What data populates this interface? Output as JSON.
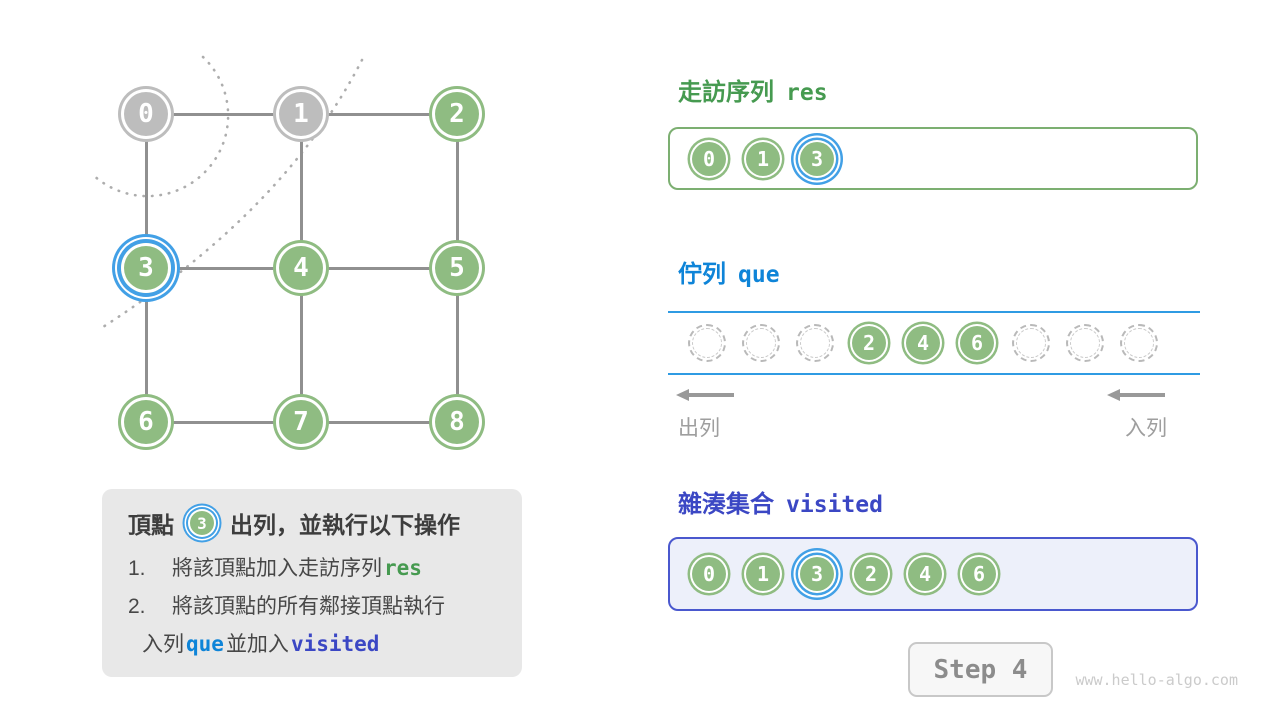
{
  "graph": {
    "nodes": [
      {
        "label": "0",
        "state": "gray"
      },
      {
        "label": "1",
        "state": "gray"
      },
      {
        "label": "2",
        "state": "green"
      },
      {
        "label": "3",
        "state": "green",
        "highlight": true
      },
      {
        "label": "4",
        "state": "green"
      },
      {
        "label": "5",
        "state": "green"
      },
      {
        "label": "6",
        "state": "green"
      },
      {
        "label": "7",
        "state": "green"
      },
      {
        "label": "8",
        "state": "green"
      }
    ],
    "edges": [
      [
        0,
        1
      ],
      [
        1,
        2
      ],
      [
        3,
        4
      ],
      [
        4,
        5
      ],
      [
        6,
        7
      ],
      [
        7,
        8
      ],
      [
        0,
        3
      ],
      [
        1,
        4
      ],
      [
        2,
        5
      ],
      [
        3,
        6
      ],
      [
        4,
        7
      ],
      [
        5,
        8
      ]
    ]
  },
  "sections": {
    "res": {
      "title_zh": "走訪序列",
      "title_code": "res",
      "items": [
        {
          "label": "0"
        },
        {
          "label": "1"
        },
        {
          "label": "3",
          "highlight": true
        }
      ]
    },
    "queue": {
      "title_zh": "佇列",
      "title_code": "que",
      "slots": [
        {
          "label": ""
        },
        {
          "label": ""
        },
        {
          "label": ""
        },
        {
          "label": "2"
        },
        {
          "label": "4"
        },
        {
          "label": "6"
        },
        {
          "label": ""
        },
        {
          "label": ""
        },
        {
          "label": ""
        }
      ],
      "dequeue_label": "出列",
      "enqueue_label": "入列"
    },
    "visited": {
      "title_zh": "雜湊集合",
      "title_code": "visited",
      "items": [
        {
          "label": "0"
        },
        {
          "label": "1"
        },
        {
          "label": "3",
          "highlight": true
        },
        {
          "label": "2"
        },
        {
          "label": "4"
        },
        {
          "label": "6"
        }
      ]
    }
  },
  "note": {
    "title_pre": "頂點",
    "vertex": "3",
    "title_post": "出列，並執行以下操作",
    "lines": [
      {
        "num": "1.",
        "cont": false,
        "segments": [
          {
            "text": "將該頂點加入走訪序列 ",
            "style": "plain"
          },
          {
            "text": "res",
            "style": "code-green"
          }
        ]
      },
      {
        "num": "2.",
        "cont": false,
        "segments": [
          {
            "text": "將該頂點的所有鄰接頂點執行",
            "style": "plain"
          }
        ]
      },
      {
        "num": "",
        "cont": true,
        "segments": [
          {
            "text": "入列 ",
            "style": "plain"
          },
          {
            "text": "que",
            "style": "code-blue"
          },
          {
            "text": " 並加入 ",
            "style": "plain"
          },
          {
            "text": "visited",
            "style": "code-indigo"
          }
        ]
      }
    ]
  },
  "step_label": "Step 4",
  "watermark": "www.hello-algo.com",
  "colors": {
    "node_green": "#8FBC82",
    "node_gray": "#BDBDBD",
    "highlight_blue": "#42A0E6",
    "header_green": "#469A50",
    "header_blue": "#0E84D8",
    "header_indigo": "#3B47C4",
    "edge_gray": "#909090"
  }
}
